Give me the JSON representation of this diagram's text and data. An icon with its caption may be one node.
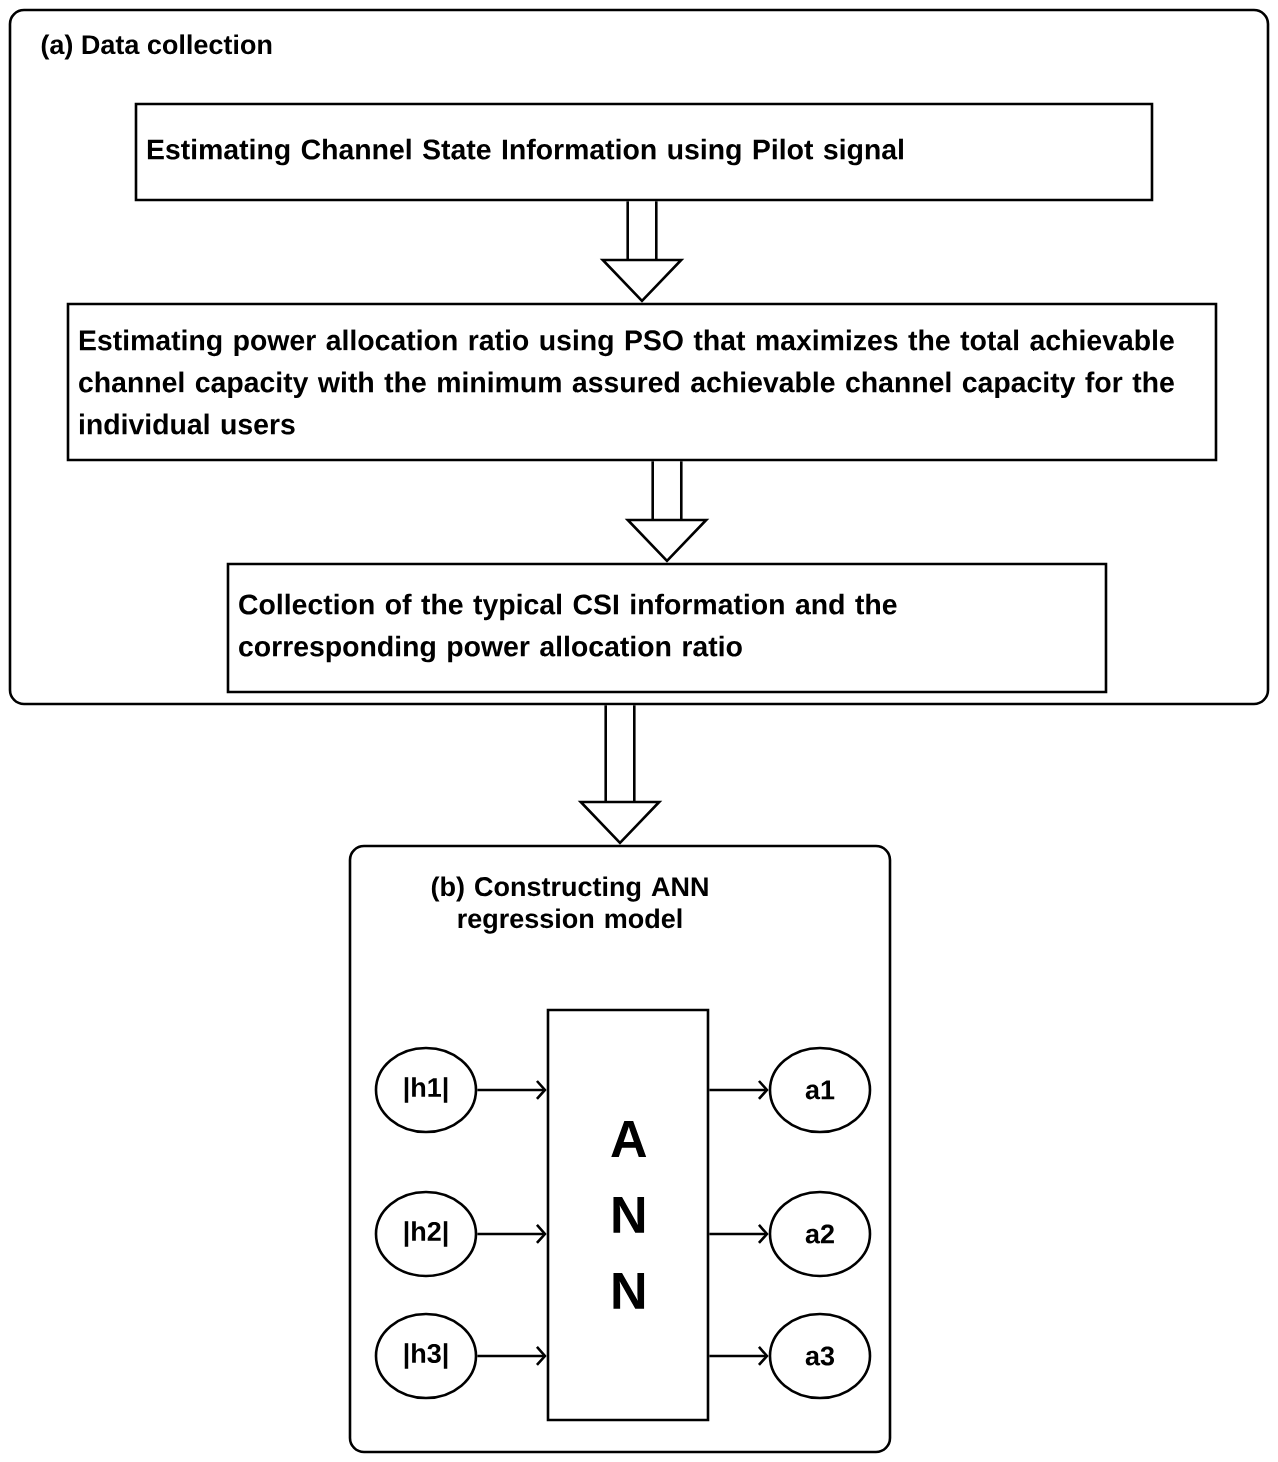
{
  "diagram": {
    "nodes": [
      {
        "text": [
          "(a) Data collection"
        ]
      },
      {
        "text": [
          "Estimating Channel State Information using Pilot signal"
        ],
        "in": 0
      },
      {
        "text": [
          "Estimating power allocation ratio using PSO that maximizes the total achievable channel capacity with the minimum assured achievable channel capacity for the individual users"
        ],
        "in": 0
      },
      {
        "text": [
          "Collection of the typical CSI information and the corresponding power allocation ratio"
        ],
        "in": 0
      },
      {
        "text": [
          "(b) Constructing ANN regression model"
        ]
      },
      {
        "text": [
          "A N N"
        ],
        "in": 4
      },
      {
        "text": [
          "|h1|"
        ],
        "in": 4
      },
      {
        "text": [
          "|h2|"
        ],
        "in": 4
      },
      {
        "text": [
          "|h3|"
        ],
        "in": 4
      },
      {
        "text": [
          "a1"
        ],
        "in": 4
      },
      {
        "text": [
          "a2"
        ],
        "in": 4
      },
      {
        "text": [
          "a3"
        ],
        "in": 4
      }
    ],
    "edges": [
      {
        "from": 1,
        "to": 2,
        "arrow": "to",
        "style": "thick"
      },
      {
        "from": 2,
        "to": 3,
        "arrow": "to",
        "style": "thick"
      },
      {
        "from": 0,
        "to": 4,
        "arrow": "to",
        "style": "thick"
      },
      {
        "from": 6,
        "to": 5,
        "arrow": "to"
      },
      {
        "from": 7,
        "to": 5,
        "arrow": "to"
      },
      {
        "from": 8,
        "to": 5,
        "arrow": "to"
      },
      {
        "from": 5,
        "to": 9,
        "arrow": "to"
      },
      {
        "from": 5,
        "to": 10,
        "arrow": "to"
      },
      {
        "from": 5,
        "to": 11,
        "arrow": "to"
      }
    ]
  }
}
